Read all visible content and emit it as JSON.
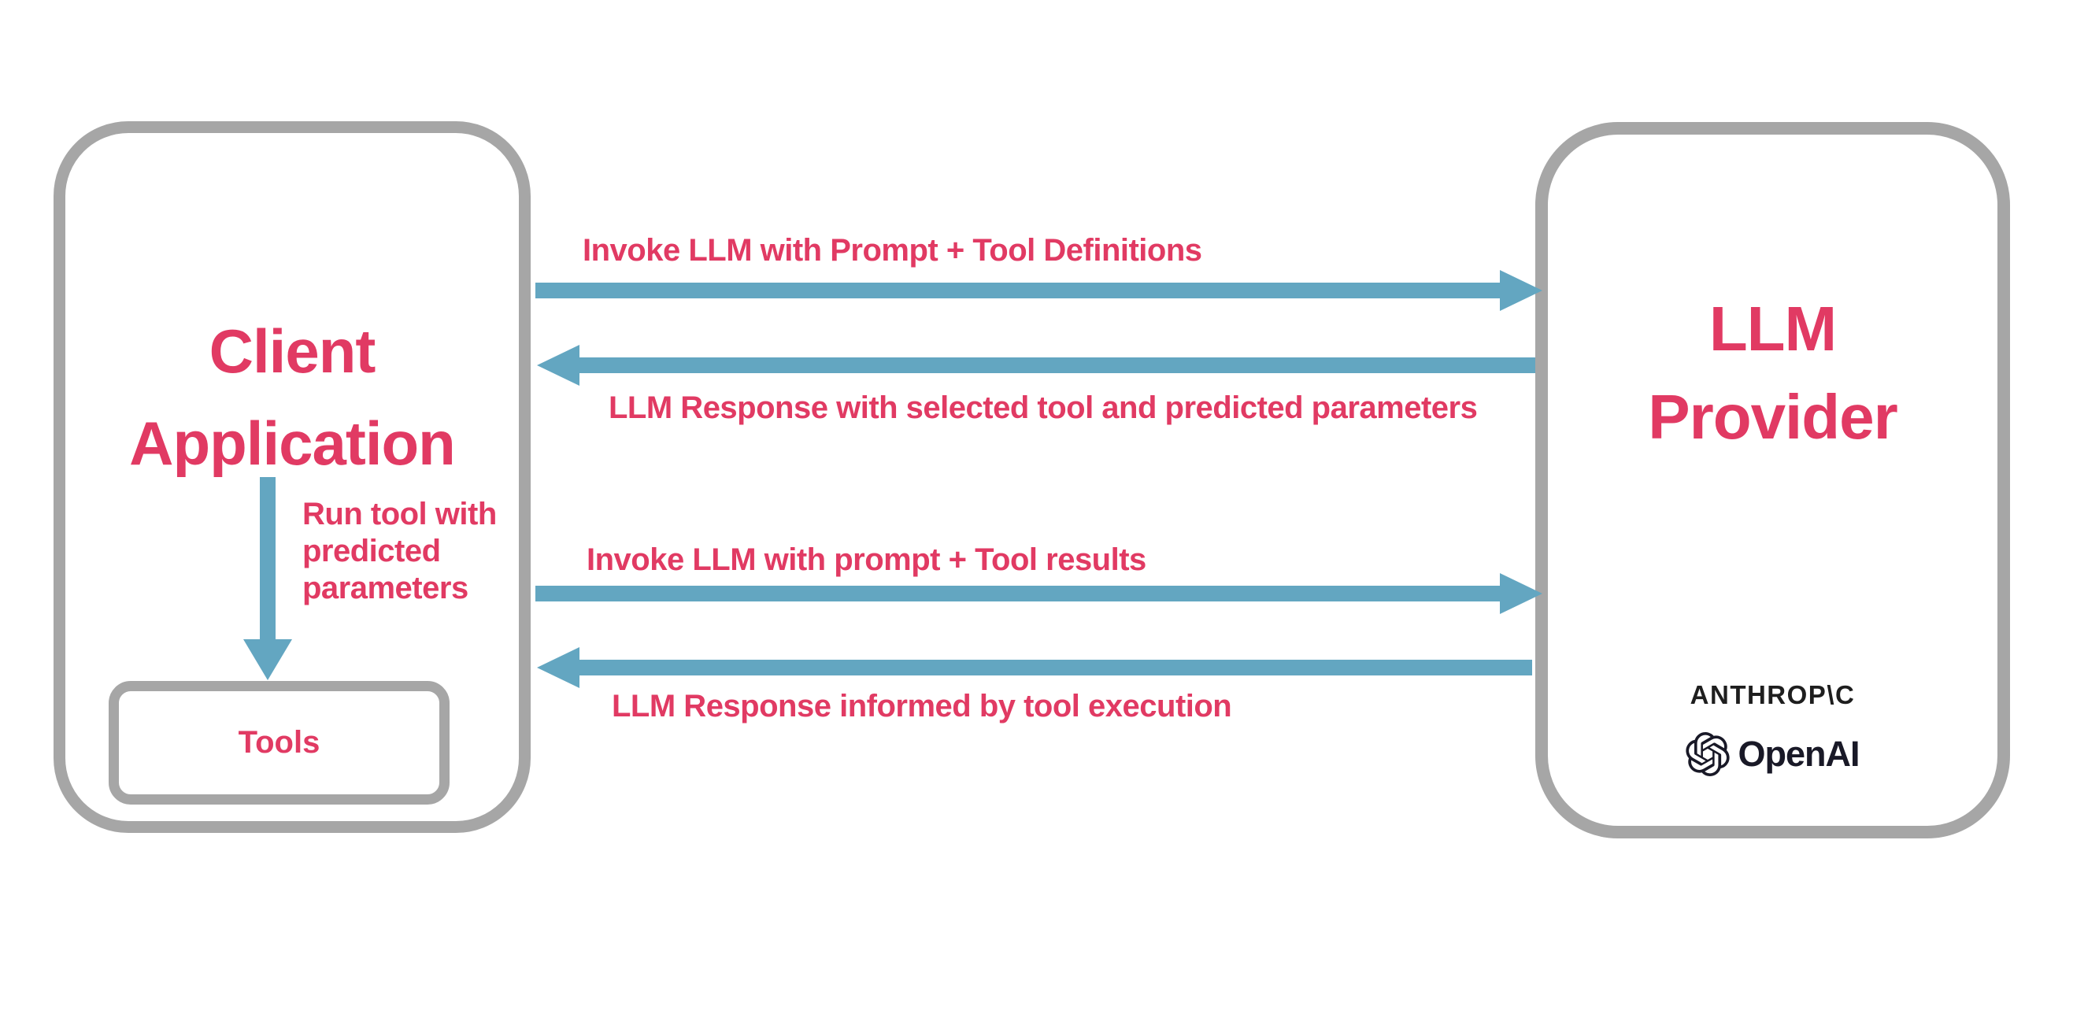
{
  "diagram_title": "LLM tool-use sequence diagram",
  "colors": {
    "accent_pink": "#e13a63",
    "arrow_blue": "#63a6c1",
    "border_gray": "#a6a6a6",
    "logo_black": "#1e1e1e",
    "background": "#ffffff"
  },
  "client_box": {
    "title_line1": "Client",
    "title_line2": "Application",
    "run_tool_label": "Run tool with\npredicted\nparameters",
    "tools_label": "Tools"
  },
  "llm_box": {
    "title_line1": "LLM",
    "title_line2": "Provider",
    "anthropic_wordmark": "ANTHROP\\C",
    "openai_wordmark": "OpenAI"
  },
  "messages": [
    {
      "direction": "right",
      "label": "Invoke LLM with Prompt + Tool Definitions"
    },
    {
      "direction": "left",
      "label": "LLM Response with selected tool and predicted parameters"
    },
    {
      "direction": "right",
      "label": "Invoke LLM with prompt + Tool results"
    },
    {
      "direction": "left",
      "label": "LLM Response informed by tool execution"
    }
  ]
}
